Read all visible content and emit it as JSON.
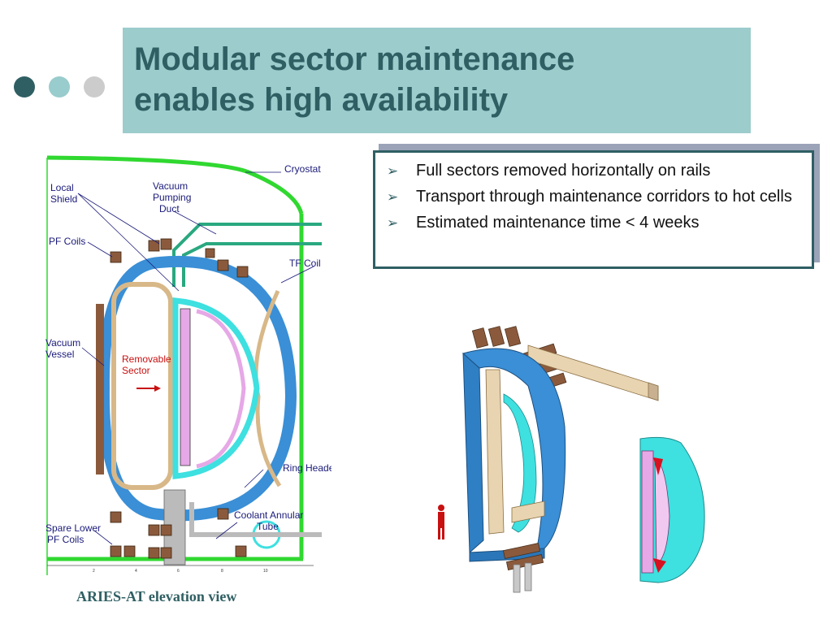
{
  "slide": {
    "title_line1": "Modular sector maintenance",
    "title_line2": "enables high availability"
  },
  "bullets": [
    "Full sectors removed horizontally on rails",
    "Transport through maintenance corridors to hot cells",
    "Estimated maintenance time < 4 weeks"
  ],
  "elevation_view": {
    "labels": {
      "cryostat": "Cryostat",
      "local_shield_1": "Local",
      "local_shield_2": "Shield",
      "vacuum_pumping_1": "Vacuum",
      "vacuum_pumping_2": "Pumping",
      "vacuum_pumping_3": "Duct",
      "pf_coils": "PF Coils",
      "tf_coil": "TF Coil",
      "vacuum_vessel_1": "Vacuum",
      "vacuum_vessel_2": "Vessel",
      "removable_sector_1": "Removable",
      "removable_sector_2": "Sector",
      "ring_header": "Ring Header",
      "coolant_1": "Coolant  Annular",
      "coolant_2": "Tube",
      "spare_pf_1": "Spare Lower",
      "spare_pf_2": "PF Coils"
    },
    "scale_ticks": [
      "2",
      "4",
      "6",
      "8",
      "10"
    ],
    "caption": "ARIES-AT elevation view"
  },
  "colors": {
    "accent_dark": "#2f5f63",
    "title_bg": "#9ccccc",
    "vacuum_vessel": "#3a8fd6",
    "sector_cyan": "#3ee0e0",
    "sector_pink": "#e6a8e6",
    "cryostat_green": "#30d830",
    "pf_coil_brown": "#8b5a3c",
    "tan": "#e8d4b0"
  }
}
